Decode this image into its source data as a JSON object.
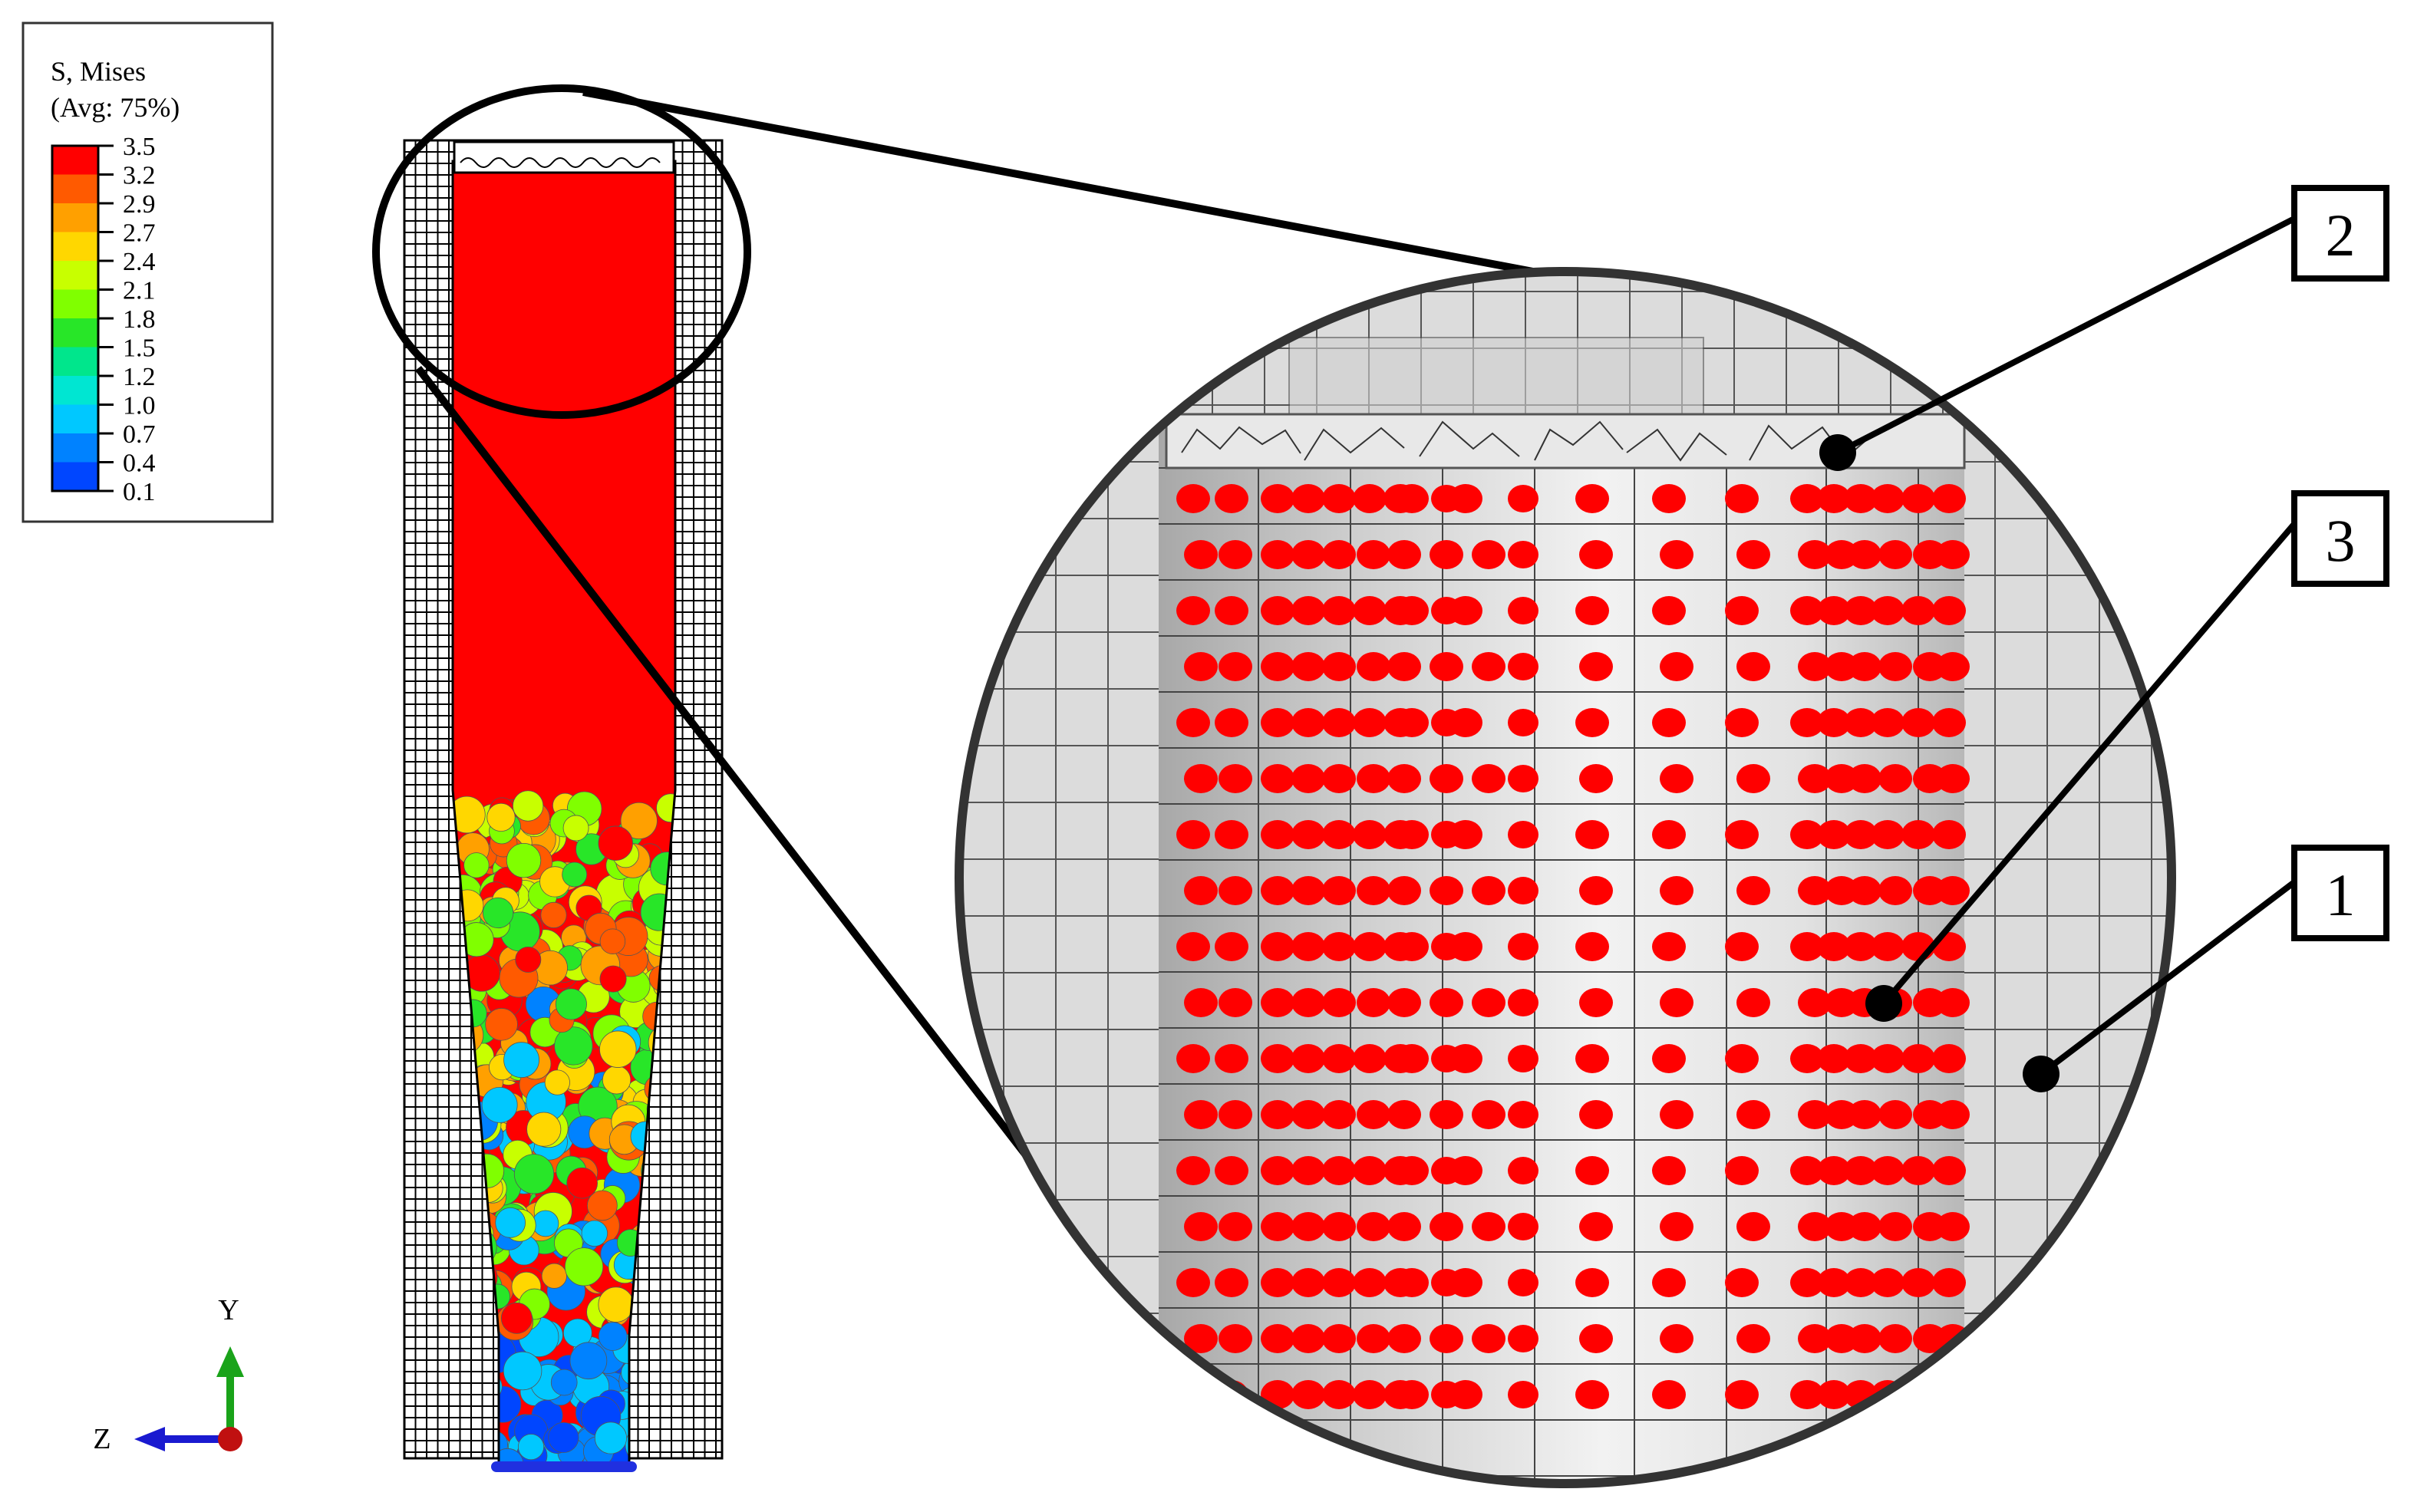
{
  "legend": {
    "title": "S, Mises",
    "subtitle": "(Avg: 75%)",
    "levels": [
      {
        "label": "3.5",
        "color": "#ff0000"
      },
      {
        "label": "3.2",
        "color": "#ff5a00"
      },
      {
        "label": "2.9",
        "color": "#ffa000"
      },
      {
        "label": "2.7",
        "color": "#ffd700"
      },
      {
        "label": "2.4",
        "color": "#c8ff00"
      },
      {
        "label": "2.1",
        "color": "#80ff00"
      },
      {
        "label": "1.8",
        "color": "#28e628"
      },
      {
        "label": "1.5",
        "color": "#00e68c"
      },
      {
        "label": "1.2",
        "color": "#00e6d2"
      },
      {
        "label": "1.0",
        "color": "#00c8ff"
      },
      {
        "label": "0.7",
        "color": "#0082ff"
      },
      {
        "label": "0.4",
        "color": "#0046ff"
      },
      {
        "label": "0.1",
        "color": "#0000ff"
      }
    ]
  },
  "triad": {
    "y_label": "Y",
    "z_label": "Z",
    "y_color": "#1aa31a",
    "z_color": "#1a1ad0",
    "x_color": "#c01010"
  },
  "callouts": [
    {
      "label": "2",
      "target": "filling-top-layer"
    },
    {
      "label": "3",
      "target": "powder-particle"
    },
    {
      "label": "1",
      "target": "die-mesh"
    }
  ],
  "colors": {
    "high_stress": "#ff0000",
    "mesh_line": "#000000",
    "zoom_bg": "#dedede"
  }
}
